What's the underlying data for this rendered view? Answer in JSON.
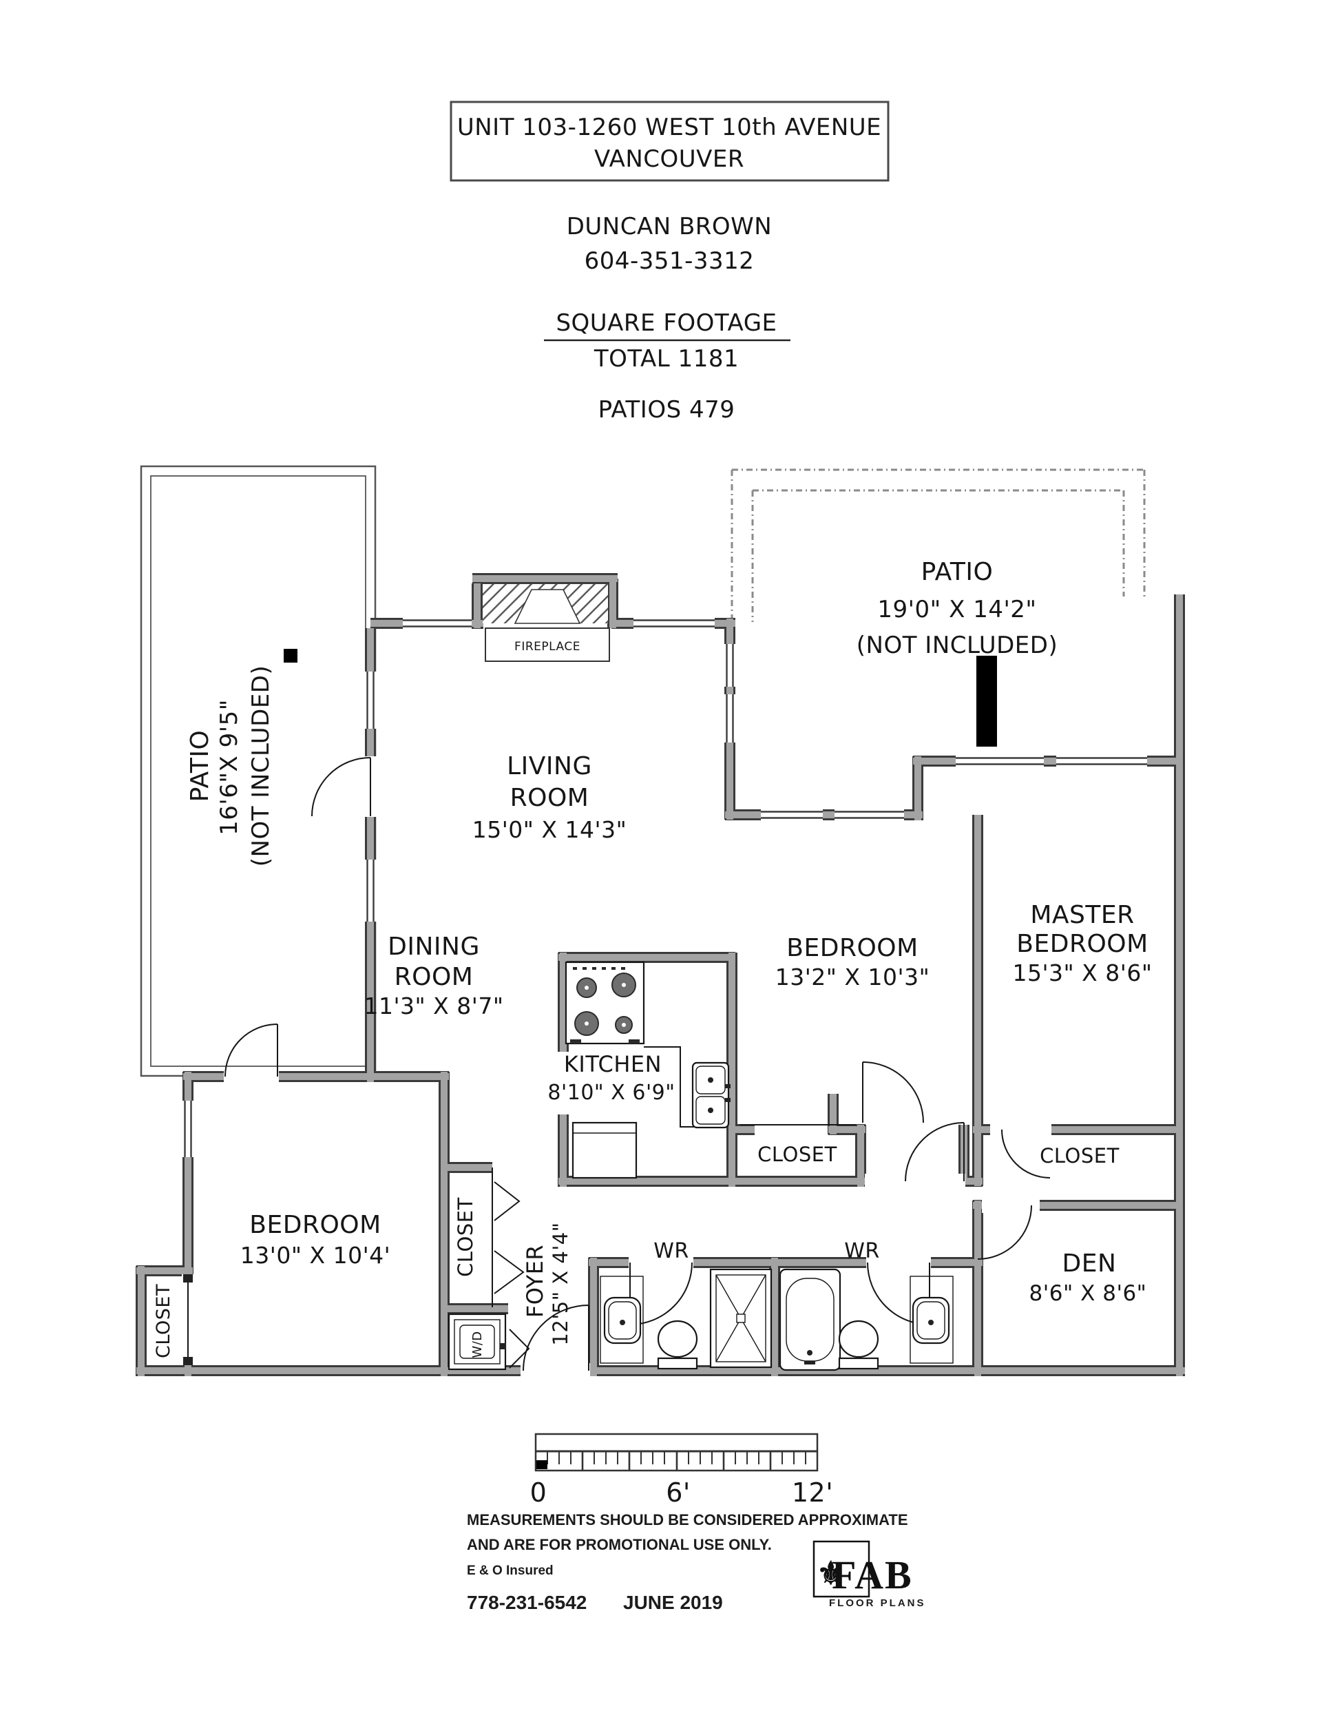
{
  "header": {
    "title_line1": "UNIT 103-1260 WEST 10th AVENUE",
    "title_line2": "VANCOUVER",
    "agent_name": "DUNCAN BROWN",
    "agent_phone": "604-351-3312",
    "sqft_heading": "SQUARE FOOTAGE",
    "sqft_total": "TOTAL 1181",
    "patios_total": "PATIOS 479"
  },
  "patios": {
    "left": {
      "name": "PATIO",
      "dims": "16'6\"X 9'5\"",
      "note": "(NOT INCLUDED)"
    },
    "right": {
      "name": "PATIO",
      "dims": "19'0\" X 14'2\"",
      "note": "(NOT INCLUDED)"
    }
  },
  "rooms": {
    "living": {
      "name1": "LIVING",
      "name2": "ROOM",
      "dims": "15'0\" X 14'3\""
    },
    "dining": {
      "name1": "DINING",
      "name2": "ROOM",
      "dims": "11'3\" X 8'7\""
    },
    "kitchen": {
      "name": "KITCHEN",
      "dims": "8'10\" X 6'9\""
    },
    "bedroom2": {
      "name": "BEDROOM",
      "dims": "13'2\" X 10'3\""
    },
    "master": {
      "name1": "MASTER",
      "name2": "BEDROOM",
      "dims": "15'3\" X 8'6\""
    },
    "bedroom3": {
      "name": "BEDROOM",
      "dims": "13'0\" X 10'4'"
    },
    "den": {
      "name": "DEN",
      "dims": "8'6\" X 8'6\""
    },
    "foyer": {
      "name": "FOYER",
      "dims": "12'5\" X 4'4\""
    },
    "wr_left": "WR",
    "wr_right": "WR",
    "closet_bedroom2": "CLOSET",
    "closet_master": "CLOSET",
    "closet_bedroom3": "CLOSET",
    "closet_foyer": "CLOSET",
    "fireplace": "FIREPLACE",
    "washer_dryer": "W/D"
  },
  "scale_bar": {
    "zero": "0",
    "mid": "6'",
    "end": "12'"
  },
  "footer": {
    "disclaimer1": "MEASUREMENTS SHOULD BE CONSIDERED APPROXIMATE",
    "disclaimer2": "AND ARE FOR PROMOTIONAL USE ONLY.",
    "insured": "E & O Insured",
    "phone": "778-231-6542",
    "date": "JUNE 2019",
    "logo_glyph": "⚜",
    "logo_name": "FAB",
    "logo_sub": "FLOOR PLANS"
  },
  "colors": {
    "ink": "#161616",
    "wall_edge": "#3a3a3a",
    "wall_fill": "#a3a3a3",
    "paper": "#ffffff"
  }
}
